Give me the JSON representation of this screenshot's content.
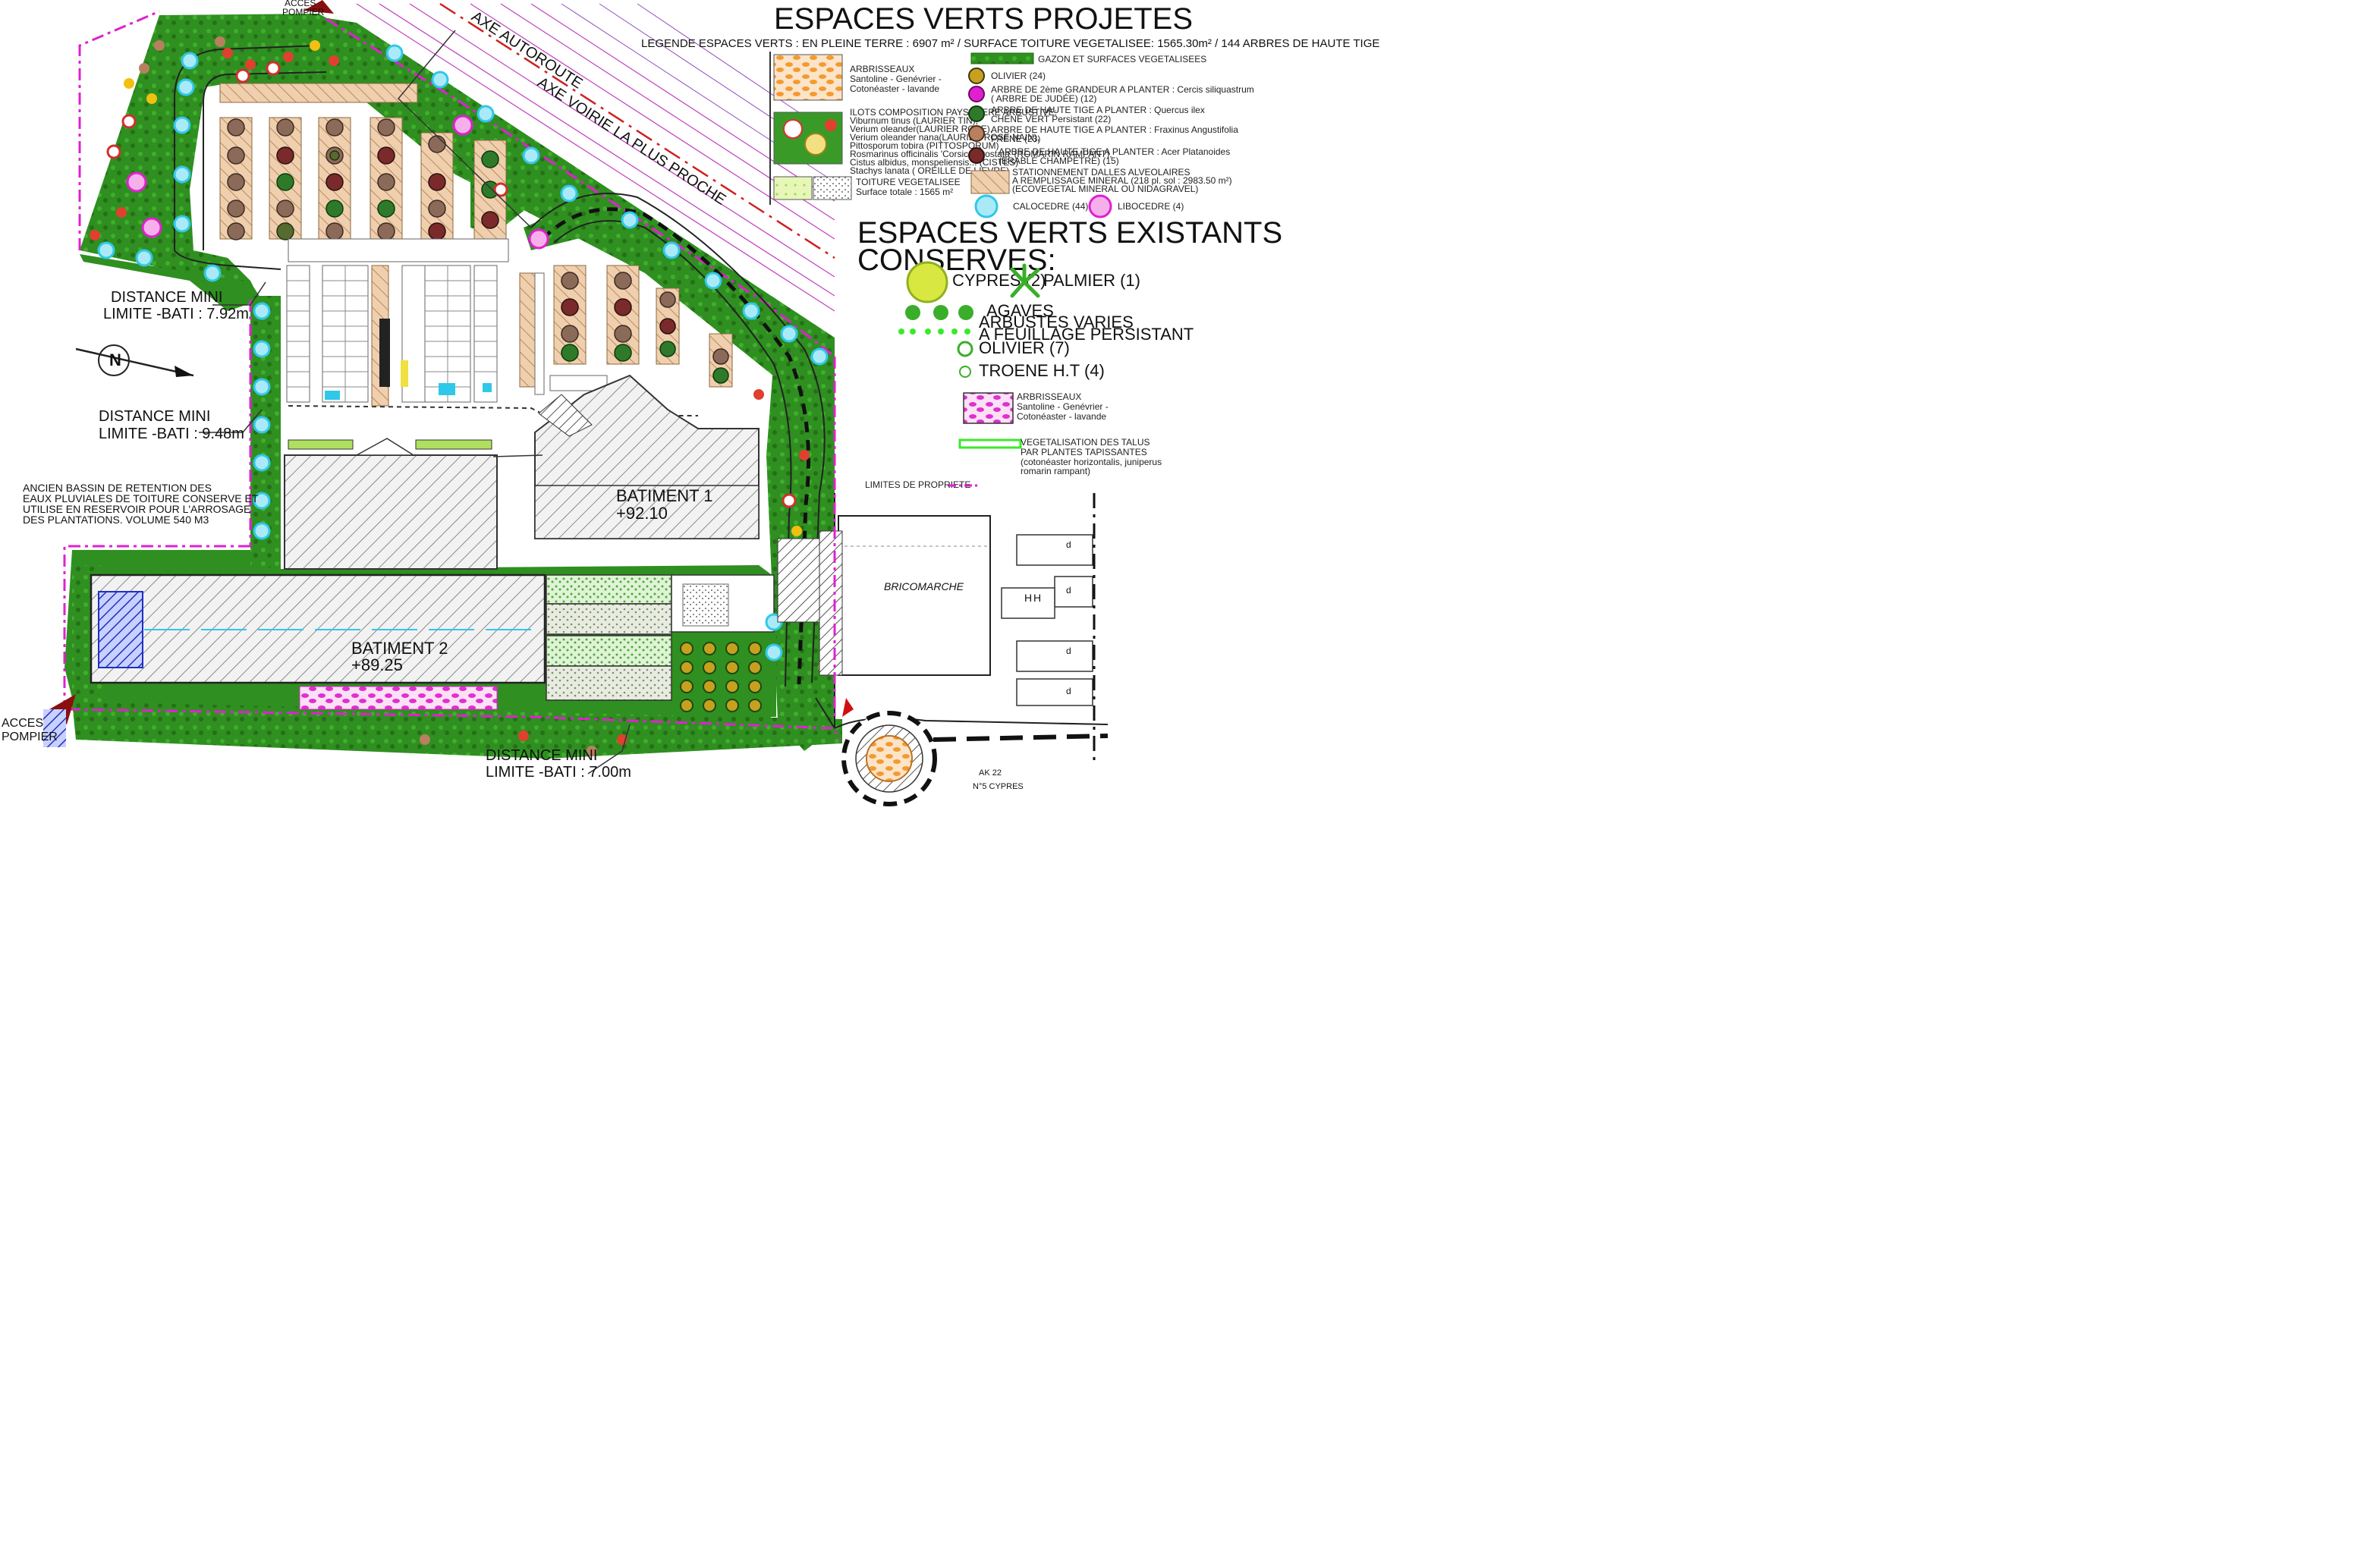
{
  "labels": {
    "acces_pompier": [
      "ACCES",
      "POMPIER"
    ],
    "axe_autoroute": "AXE AUTOROUTE",
    "axe_voirie": "AXE VOIRIE LA PLUS PROCHE",
    "distance_1": [
      "DISTANCE MINI",
      "LIMITE -BATI : 7.92m"
    ],
    "distance_2": [
      "DISTANCE MINI",
      "LIMITE -BATI : 9.48m"
    ],
    "distance_3": [
      "DISTANCE MINI",
      "LIMITE -BATI : 7.00m"
    ],
    "bassin": [
      "ANCIEN BASSIN DE RETENTION DES",
      "EAUX PLUVIALES DE TOITURE CONSERVE ET",
      "UTILISE EN RESERVOIR POUR L'ARROSAGE",
      "DES PLANTATIONS. VOLUME 540 M3"
    ],
    "batiment1": [
      "BATIMENT 1",
      "+92.10"
    ],
    "batiment2": [
      "BATIMENT 2",
      "+89.25"
    ],
    "bricomarche": "BRICOMARCHE",
    "parking_marks": [
      "H",
      "H",
      "d",
      "d",
      "d",
      "d"
    ],
    "rond_point": [
      "AK 22",
      "N°5 CYPRES"
    ]
  },
  "legend": {
    "title_projetes": "ESPACES VERTS PROJETES",
    "subtitle": "LEGENDE ESPACES VERTS : EN PLEINE TERRE : 6907 m² /  SURFACE TOITURE VEGETALISEE: 1565.30m² / 144 ARBRES DE HAUTE TIGE",
    "arbrisseaux": [
      "ARBRISSEAUX",
      "Santoline - Genévrier -",
      "Cotonéaster - lavande"
    ],
    "ilots": [
      "ILOTS COMPOSITION PAYSAGERE ARBUSTIVE:",
      "Viburnum tinus (LAURIER TIN),",
      "Verium oleander(LAURIER ROSE),",
      "Verium oleander nana(LAURIER ROSE NAIN),",
      "Pittosporum tobira (PITTOSPORUM)",
      "Rosmarinus officinalis 'Corsica Prostata' (ROMARIN RAMPANT),",
      "Cistus albidus, monspeliensis... (CISTES)",
      "Stachys lanata ( OREILLE DE LIEVRE)"
    ],
    "toiture": [
      "TOITURE VEGETALISEE",
      "Surface totale : 1565 m²"
    ],
    "gazon": "GAZON ET SURFACES VEGETALISEES",
    "olivier": "OLIVIER (24)",
    "arbre2": [
      "ARBRE DE 2ème GRANDEUR A PLANTER : Cercis siliquastrum",
      "( ARBRE DE JUDÉE) (12)"
    ],
    "chene": [
      "ARBRE DE HAUTE TIGE A PLANTER : Quercus ilex",
      "CHÊNE VERT Persistant (22)"
    ],
    "frene": [
      "ARBRE DE HAUTE TIGE A PLANTER : Fraxinus Angustifolia",
      "FRÊNE (23)"
    ],
    "erable": [
      "ARBRE DE HAUTE TIGE A PLANTER : Acer Platanoides",
      "(ERABLE CHAMPETRE) (15)"
    ],
    "stationnement": [
      "STATIONNEMENT DALLES ALVEOLAIRES",
      "A REMPLISSAGE MINERAL  (218 pl. sol : 2983.50 m²)",
      "(ECOVEGETAL MINERAL OU NIDAGRAVEL)"
    ],
    "calocedre": "CALOCEDRE (44)",
    "libocedre": "LIBOCEDRE (4)",
    "title_existants": [
      "ESPACES VERTS EXISTANTS",
      "CONSERVES:"
    ],
    "cypres": "CYPRES (2)",
    "palmier": "PALMIER (1)",
    "agaves": "AGAVES",
    "arbustes": [
      "ARBUSTES VARIES",
      "A FEUILLAGE PERSISTANT"
    ],
    "olivier_ex": "OLIVIER (7)",
    "troene": "TROENE H.T (4)",
    "arbrisseaux_ex": [
      "ARBRISSEAUX",
      "Santoline - Genévrier -",
      "Cotonéaster - lavande"
    ],
    "talus": [
      "VEGETALISATION DES TALUS",
      "PAR PLANTES TAPISSANTES",
      "(cotonéaster horizontalis, juniperus",
      "romarin rampant)"
    ],
    "limites": "LIMITES DE PROPRIETE"
  },
  "colors": {
    "green": "#2e8b1f",
    "dark_green": "#1f6a12",
    "magenta": "#e020d0",
    "cyan": "#30c8e8",
    "orange": "#f5a040",
    "tan": "#e0b890",
    "hatch": "#666666",
    "blue": "#2030c0",
    "red": "#d01010"
  }
}
